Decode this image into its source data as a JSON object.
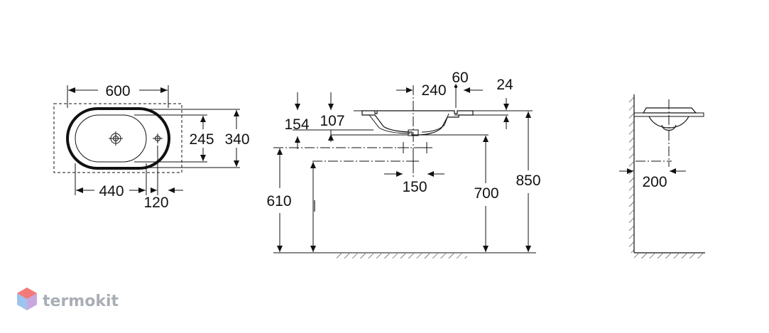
{
  "brand": {
    "name": "termokit",
    "logo_colors": [
      "#f47a7a",
      "#7fb4e8",
      "#c9a8e0"
    ]
  },
  "top_view": {
    "width_label": "600",
    "bowl_depth_label": "245",
    "overall_depth_label": "340",
    "bowl_length_label": "440",
    "tap_offset_label": "120"
  },
  "front_view": {
    "bowl_width_label": "240",
    "tap_hole_label": "60",
    "rim_thickness_label": "24",
    "bowl_height_label": "154",
    "bowl_inner_label": "107",
    "trap_spacing_label": "150",
    "waste_height_label": "610",
    "outlet_height_label": "700",
    "rim_height_label": "850"
  },
  "side_view": {
    "wall_offset_label": "200"
  }
}
